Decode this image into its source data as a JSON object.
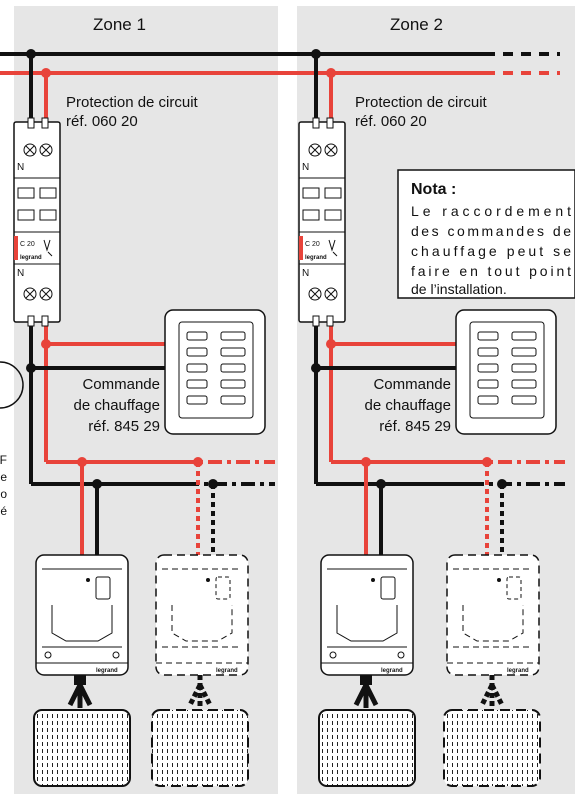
{
  "zones": [
    {
      "title": "Zone 1",
      "protection": {
        "line1": "Protection de circuit",
        "line2": "réf. 060 20"
      },
      "command": {
        "line1": "Commande",
        "line2": "de chauffage",
        "line3": "réf. 845 29"
      },
      "breaker": {
        "top": "N",
        "bottom": "N",
        "rating": "C 20",
        "brand": "legrand"
      }
    },
    {
      "title": "Zone 2",
      "protection": {
        "line1": "Protection de circuit",
        "line2": "réf. 060 20"
      },
      "command": {
        "line1": "Commande",
        "line2": "de chauffage",
        "line3": "réf. 845 29"
      },
      "breaker": {
        "top": "N",
        "bottom": "N",
        "rating": "C 20",
        "brand": "legrand"
      }
    }
  ],
  "nota": {
    "title": "Nota :",
    "lines": [
      "Le raccordement",
      "des commandes de",
      "chauffage peut se",
      "faire en tout point",
      "de l’installation."
    ]
  },
  "left_margin_text": [
    "F",
    "e",
    "o",
    "é"
  ],
  "heater_brand": "legrand",
  "colors": {
    "live": "#e8433a",
    "neutral": "#111111",
    "panel": "#e6e6e6",
    "background": "#ffffff"
  }
}
